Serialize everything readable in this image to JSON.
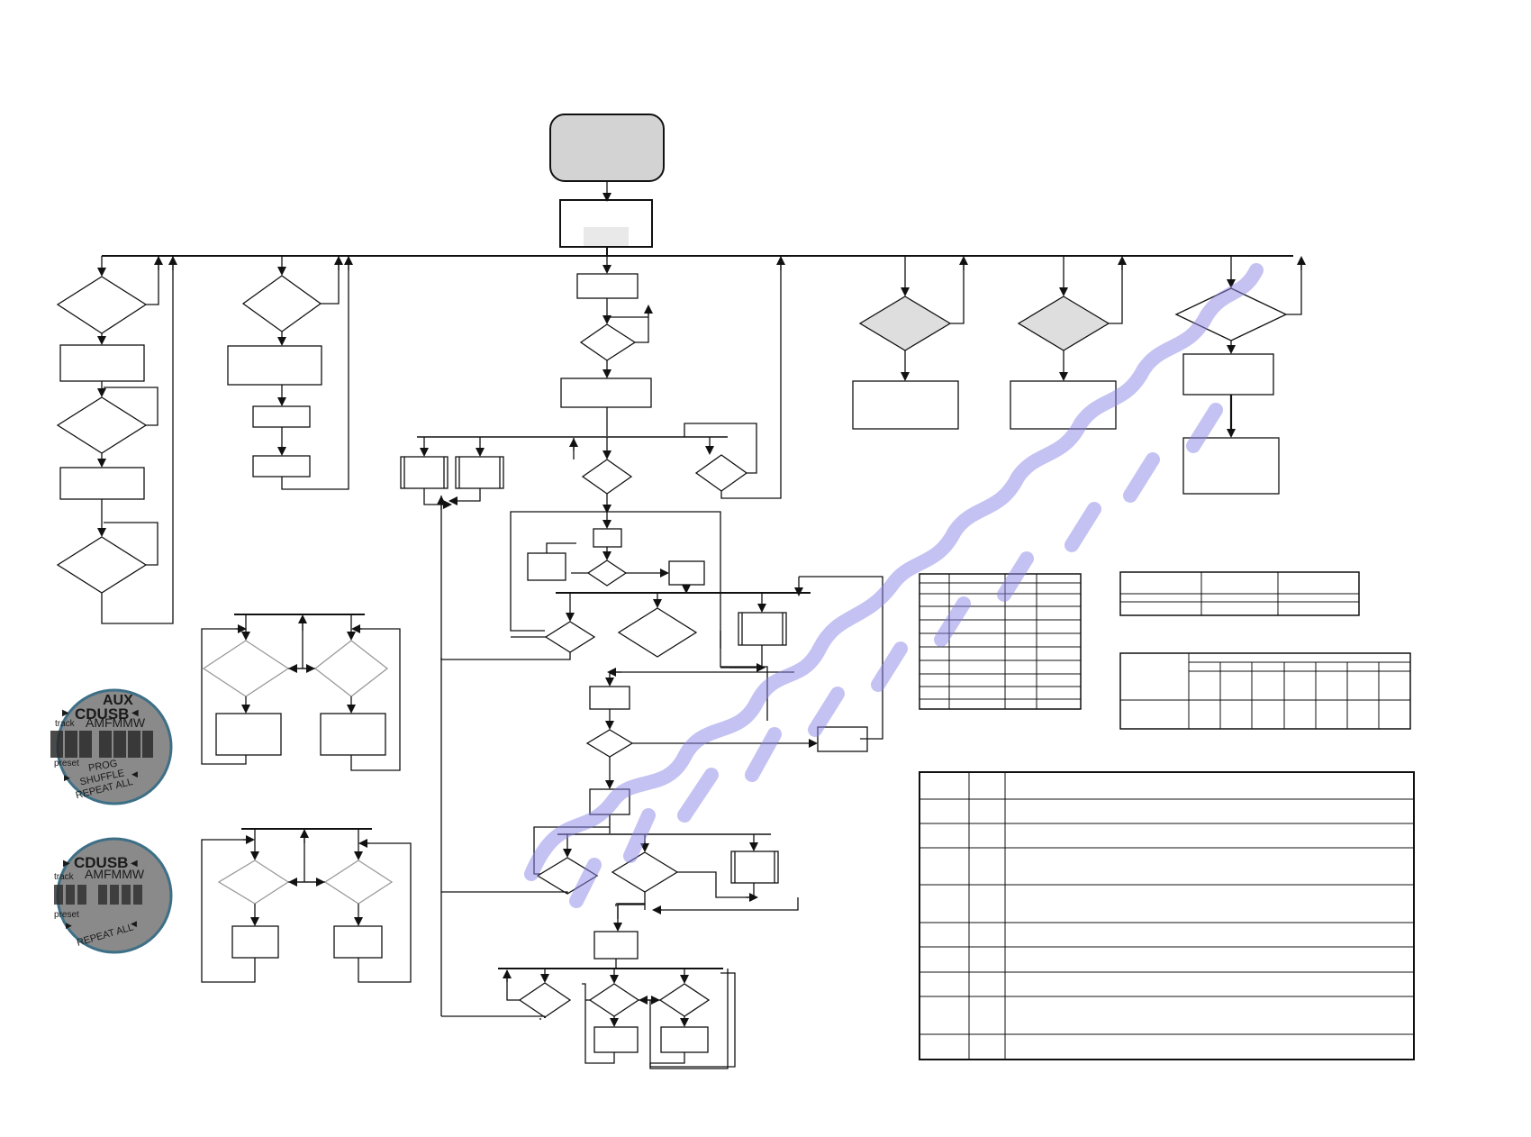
{
  "lcd_full": {
    "aux": "AUX",
    "source_top": "CDUSB",
    "track": "track",
    "bands": "AMFMMW",
    "preset": "preset",
    "prog": "PROG",
    "shuffle": "SHUFFLE",
    "repeat": "REPEAT ALL"
  },
  "lcd_small": {
    "source_top": "CDUSB",
    "track": "track",
    "bands": "AMFMMW",
    "preset": "preset",
    "repeat": "REPEAT ALL"
  },
  "colors": {
    "line": "#111111",
    "start_fill": "#d3d3d3",
    "gray_diamond": "#dedede",
    "lcd_bg": "#8a8a8a",
    "watermark": "#8b86e6"
  }
}
